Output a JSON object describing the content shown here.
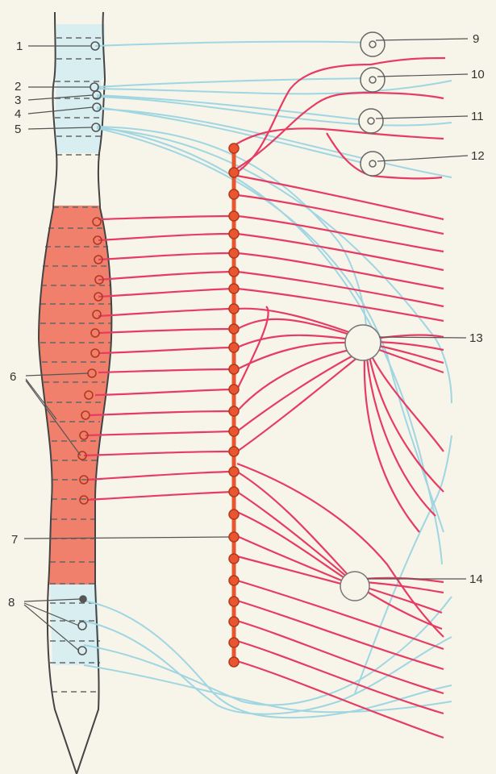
{
  "labels": {
    "l1": "1",
    "l2": "2",
    "l3": "3",
    "l4": "4",
    "l5": "5",
    "l6": "6",
    "l7": "7",
    "l8": "8",
    "l9": "9",
    "l10": "10",
    "l11": "11",
    "l12": "12",
    "l13": "13",
    "l14": "14"
  },
  "colors": {
    "background": "#f7f4ea",
    "sympathetic": "#e63c63",
    "sympathetic_fill": "#f0806c",
    "parasympathetic": "#9fd6e2",
    "parasympathetic_fill": "#d9eef1",
    "ganglion_chain": "#e9552e",
    "outline": "#444444",
    "leader": "#555555"
  }
}
